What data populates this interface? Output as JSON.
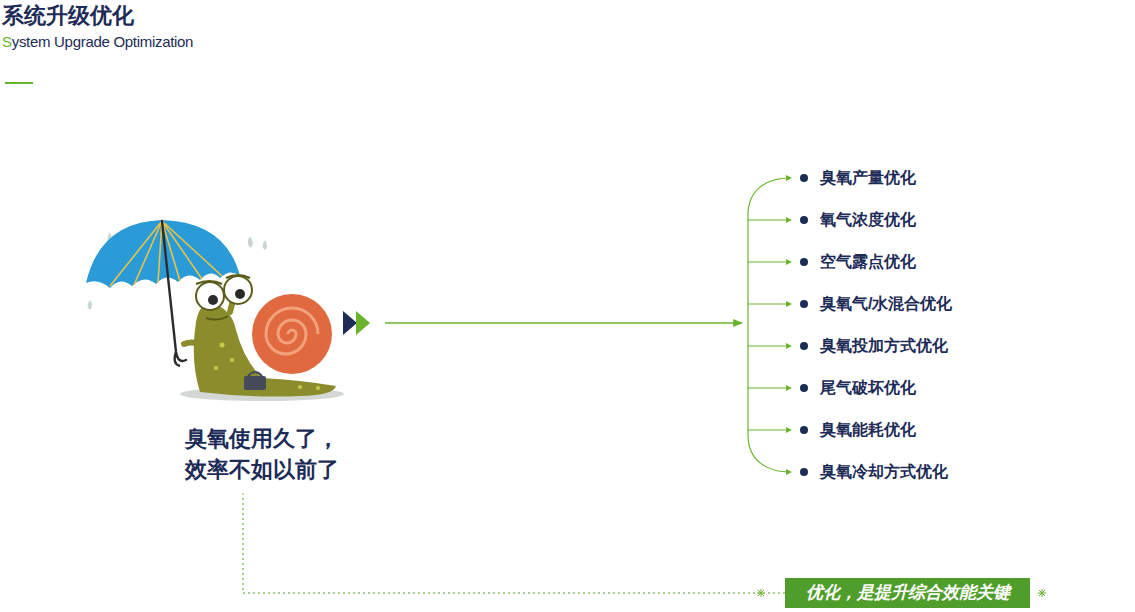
{
  "diagram": {
    "title": "系统升级优化",
    "nodes": [
      {
        "text": [
          "臭氧使用久了， 效率不如以前了"
        ]
      },
      {
        "text": [
          "臭氧产量优化",
          "氧气浓度优化",
          "空气露点优化",
          "臭氧气/水混合优化",
          "臭氧投加方式优化",
          "尾气破坏优化",
          "臭氧能耗优化",
          "臭氧冷却方式优化"
        ]
      },
      {
        "text": [
          "优化，是提升综合效能关键"
        ]
      }
    ],
    "edges": [
      {
        "from": 0,
        "to": 1,
        "arrow": "to"
      },
      {
        "from": 0,
        "to": 2,
        "arrow": "none"
      },
      {
        "from": 1,
        "to": 2,
        "arrow": "none"
      }
    ],
    "labels": [
      "System Upgrade Optimization"
    ]
  }
}
